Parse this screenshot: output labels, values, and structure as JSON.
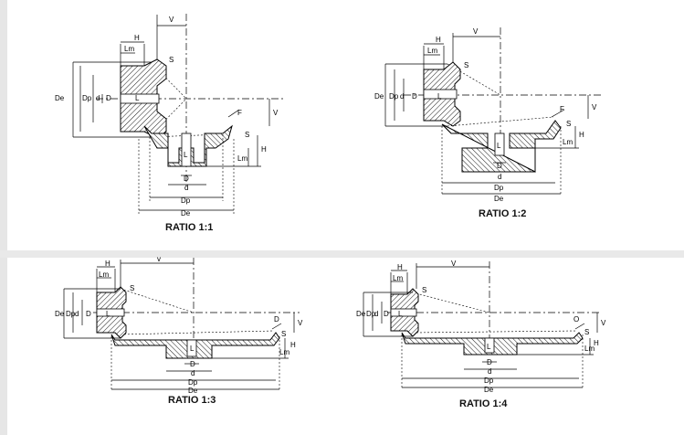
{
  "panels": [
    {
      "id": "ratio-1-1",
      "title": "RATIO 1:1",
      "labels": {
        "V_top": "V",
        "H": "H",
        "Lm_top": "Lm",
        "S_top": "S",
        "De": "De",
        "Dp": "Dp",
        "d": "d",
        "D": "D",
        "L": "L",
        "F": "F",
        "V_side": "V",
        "S_side": "S",
        "H_side": "H",
        "Lm_side": "Lm",
        "L_bottom": "L",
        "D_bottom": "D",
        "d_bottom": "d",
        "Dp_bottom": "Dp",
        "De_bottom": "De"
      }
    },
    {
      "id": "ratio-1-2",
      "title": "RATIO  1:2",
      "labels": {
        "V_top": "V",
        "H": "H",
        "Lm_top": "Lm",
        "S_top": "S",
        "De": "De",
        "Dp": "Dp",
        "d": "d",
        "D": "D",
        "L": "L",
        "F": "F",
        "V_side": "V",
        "S_side": "S",
        "H_side": "H",
        "Lm_side": "Lm",
        "L_bottom": "L",
        "D_bottom": "D",
        "d_bottom": "d",
        "Dp_bottom": "Dp",
        "De_bottom": "De"
      }
    },
    {
      "id": "ratio-1-3",
      "title": "RATIO  1:3",
      "labels": {
        "V_top": "v",
        "H": "H",
        "Lm_top": "Lm",
        "S_top": "S",
        "De": "De",
        "Dp": "Dp",
        "d": "d",
        "D": "D",
        "L": "L",
        "F": "D",
        "V_side": "V",
        "S_side": "S",
        "H_side": "H",
        "Lm_side": "Lm",
        "L_bottom": "L",
        "D_bottom": "D",
        "d_bottom": "d",
        "Dp_bottom": "Dp",
        "De_bottom": "De"
      }
    },
    {
      "id": "ratio-1-4",
      "title": "RATIO  1:4",
      "labels": {
        "V_top": "V",
        "H": "H",
        "Lm_top": "Lm",
        "S_top": "S",
        "De": "De",
        "Dp": "Dp",
        "d": "d",
        "D": "D",
        "L": "L",
        "F": "O",
        "V_side": "V",
        "S_side": "S",
        "H_side": "H",
        "Lm_side": "Lm",
        "L_bottom": "L",
        "D_bottom": "D",
        "d_bottom": "d",
        "Dp_bottom": "Dp",
        "De_bottom": "De"
      }
    }
  ]
}
